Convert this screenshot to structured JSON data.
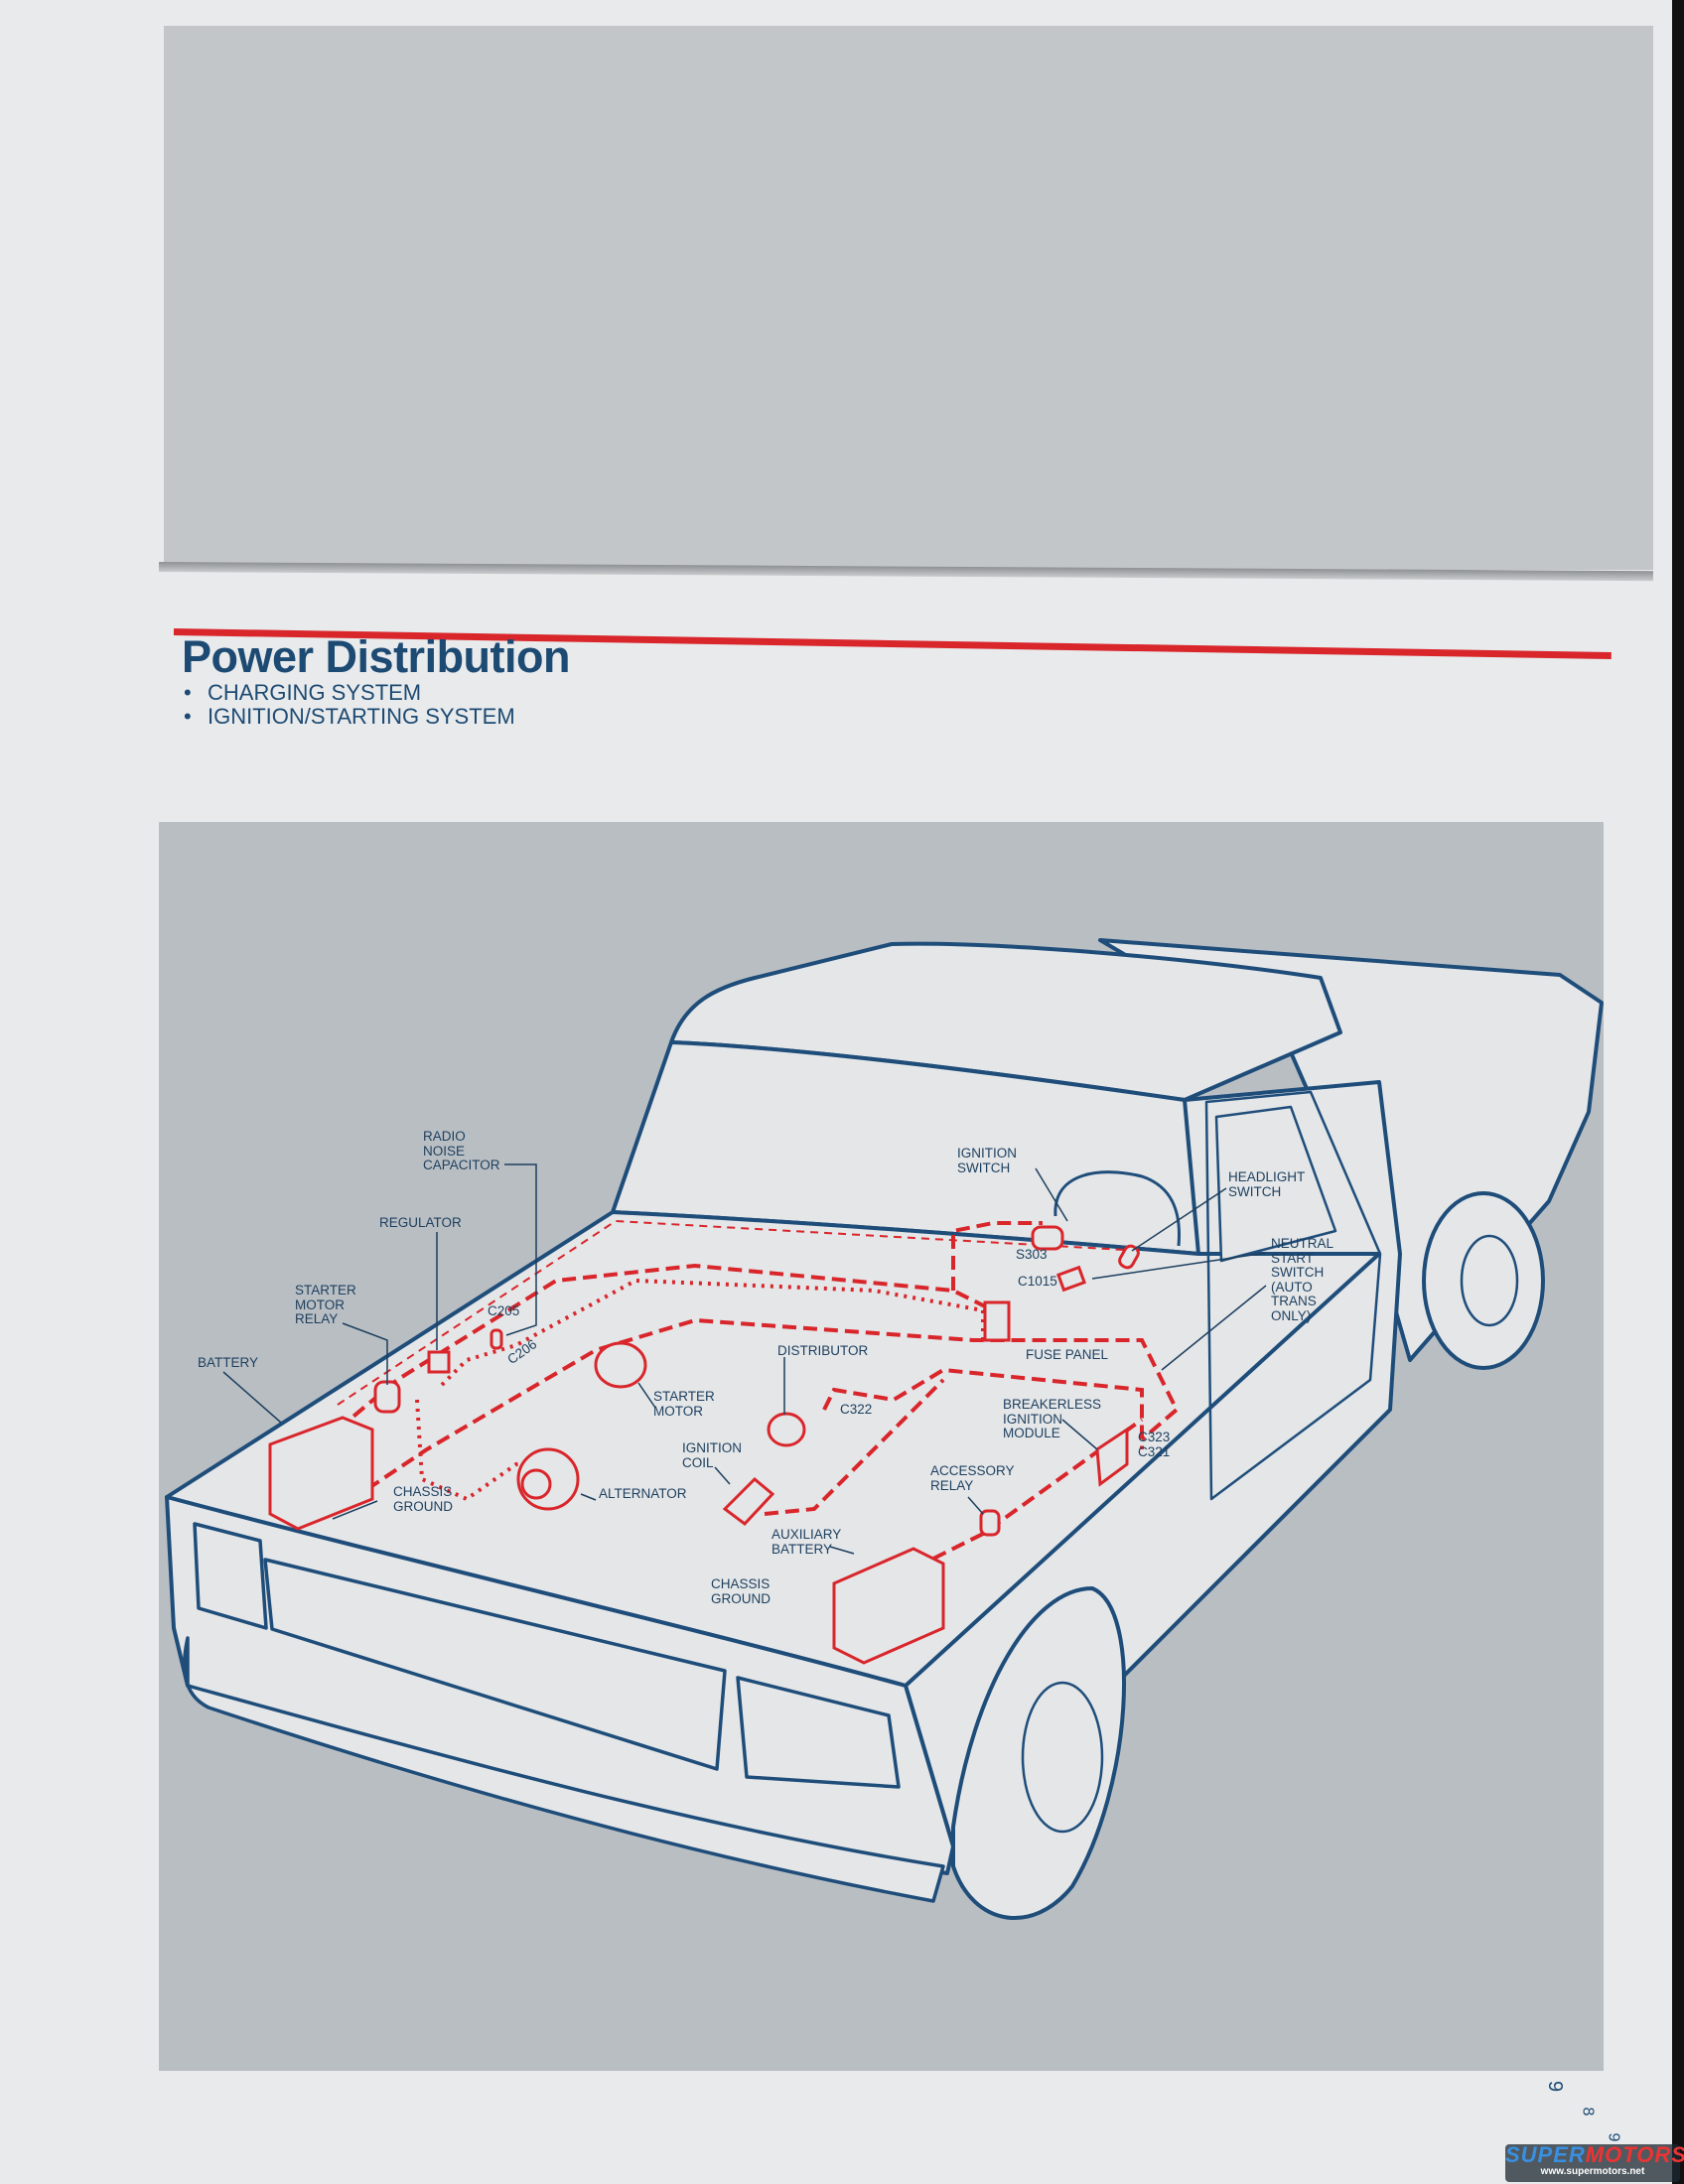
{
  "header": {
    "title": "Power Distribution",
    "bullets": [
      "CHARGING SYSTEM",
      "IGNITION/STARTING SYSTEM"
    ]
  },
  "diagram": {
    "labels": {
      "radio_noise_capacitor": "RADIO\nNOISE\nCAPACITOR",
      "regulator": "REGULATOR",
      "starter_motor_relay": "STARTER\nMOTOR\nRELAY",
      "battery": "BATTERY",
      "c205": "C205",
      "c206": "C206",
      "starter_motor": "STARTER\nMOTOR",
      "chassis_ground_1": "CHASSIS\nGROUND",
      "alternator": "ALTERNATOR",
      "distributor": "DISTRIBUTOR",
      "c322": "C322",
      "ignition_coil": "IGNITION\nCOIL",
      "ignition_switch": "IGNITION\nSWITCH",
      "headlight_switch": "HEADLIGHT\nSWITCH",
      "s303": "S303",
      "c1015": "C1015",
      "neutral_start_switch": "NEUTRAL\nSTART\nSWITCH\n(AUTO\nTRANS\nONLY)",
      "fuse_panel": "FUSE PANEL",
      "breakerless_ignition_module": "BREAKERLESS\nIGNITION\nMODULE",
      "c323_c321": "C323\nC321",
      "accessory_relay": "ACCESSORY\nRELAY",
      "auxiliary_battery": "AUXILIARY\nBATTERY",
      "chassis_ground_2": "CHASSIS\nGROUND"
    },
    "colors": {
      "outline": "#1f4d7a",
      "wiring": "#d9262b",
      "panel": "#b9bec3",
      "body": "#e4e6e8"
    }
  },
  "page_numbers": [
    "9",
    "8",
    "9"
  ],
  "watermark": {
    "brand_a": "SUPER",
    "brand_b": "MOTORS",
    "url": "www.supermotors.net"
  }
}
